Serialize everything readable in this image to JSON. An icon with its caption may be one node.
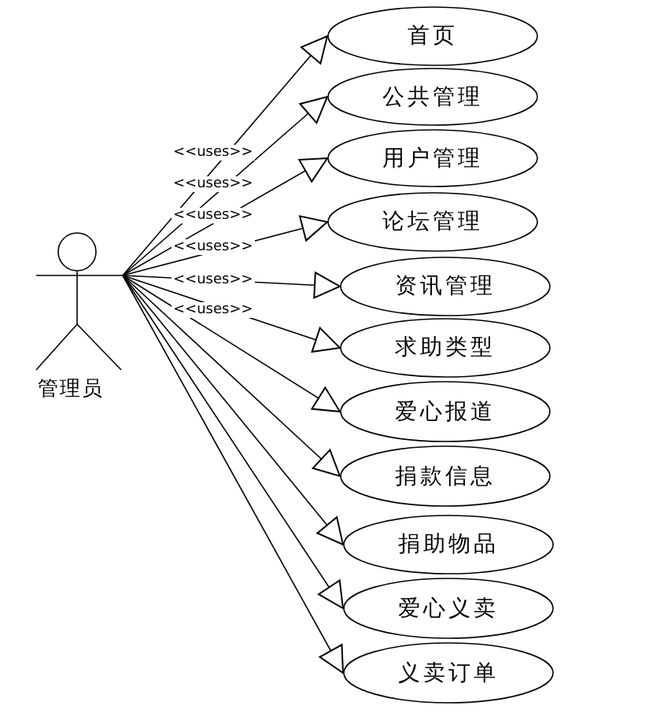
{
  "diagram": {
    "nodes": [
      {
        "text": [
          "管理员"
        ]
      },
      {
        "text": [
          "首页"
        ]
      },
      {
        "text": [
          "公共管理"
        ]
      },
      {
        "text": [
          "用户管理"
        ]
      },
      {
        "text": [
          "论坛管理"
        ]
      },
      {
        "text": [
          "资讯管理"
        ]
      },
      {
        "text": [
          "求助类型"
        ]
      },
      {
        "text": [
          "爱心报道"
        ]
      },
      {
        "text": [
          "捐款信息"
        ]
      },
      {
        "text": [
          "捐助物品"
        ]
      },
      {
        "text": [
          "爱心义卖"
        ]
      },
      {
        "text": [
          "义卖订单"
        ]
      }
    ],
    "edges": [
      {
        "from": 0,
        "to": 1,
        "arrow": "to",
        "label": "<<uses>>"
      },
      {
        "from": 0,
        "to": 2,
        "arrow": "to",
        "label": "<<uses>>"
      },
      {
        "from": 0,
        "to": 3,
        "arrow": "to",
        "label": "<<uses>>"
      },
      {
        "from": 0,
        "to": 4,
        "arrow": "to",
        "label": "<<uses>>"
      },
      {
        "from": 0,
        "to": 5,
        "arrow": "to",
        "label": "<<uses>>"
      },
      {
        "from": 0,
        "to": 6,
        "arrow": "to",
        "label": "<<uses>>"
      },
      {
        "from": 0,
        "to": 7,
        "arrow": "to"
      },
      {
        "from": 0,
        "to": 8,
        "arrow": "to"
      },
      {
        "from": 0,
        "to": 9,
        "arrow": "to"
      },
      {
        "from": 0,
        "to": 10,
        "arrow": "to"
      },
      {
        "from": 0,
        "to": 11,
        "arrow": "to"
      }
    ]
  }
}
